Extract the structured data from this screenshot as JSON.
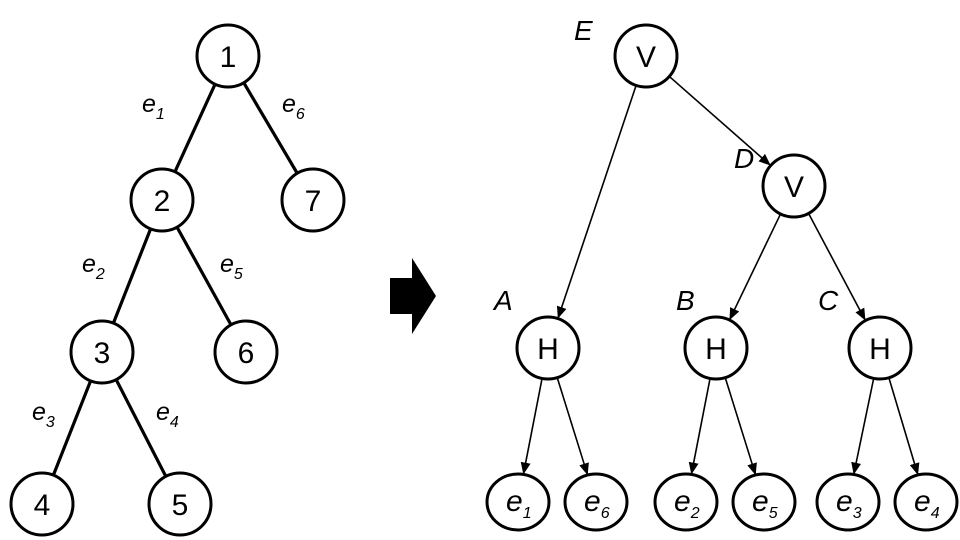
{
  "left_tree": {
    "nodes": [
      {
        "id": "1",
        "label": "1"
      },
      {
        "id": "2",
        "label": "2"
      },
      {
        "id": "3",
        "label": "3"
      },
      {
        "id": "4",
        "label": "4"
      },
      {
        "id": "5",
        "label": "5"
      },
      {
        "id": "6",
        "label": "6"
      },
      {
        "id": "7",
        "label": "7"
      }
    ],
    "edges": [
      {
        "from": "1",
        "to": "2",
        "label": "e",
        "sub": "1"
      },
      {
        "from": "1",
        "to": "7",
        "label": "e",
        "sub": "6"
      },
      {
        "from": "2",
        "to": "3",
        "label": "e",
        "sub": "2"
      },
      {
        "from": "2",
        "to": "6",
        "label": "e",
        "sub": "5"
      },
      {
        "from": "3",
        "to": "4",
        "label": "e",
        "sub": "3"
      },
      {
        "from": "3",
        "to": "5",
        "label": "e",
        "sub": "4"
      }
    ]
  },
  "right_tree": {
    "nodes": [
      {
        "id": "E",
        "type": "V",
        "group": "E"
      },
      {
        "id": "D",
        "type": "V",
        "group": "D"
      },
      {
        "id": "A",
        "type": "H",
        "group": "A"
      },
      {
        "id": "B",
        "type": "H",
        "group": "B"
      },
      {
        "id": "C",
        "type": "H",
        "group": "C"
      },
      {
        "id": "l1",
        "label": "e",
        "sub": "1"
      },
      {
        "id": "l6",
        "label": "e",
        "sub": "6"
      },
      {
        "id": "l2",
        "label": "e",
        "sub": "2"
      },
      {
        "id": "l5",
        "label": "e",
        "sub": "5"
      },
      {
        "id": "l3",
        "label": "e",
        "sub": "3"
      },
      {
        "id": "l4",
        "label": "e",
        "sub": "4"
      }
    ],
    "edges": [
      {
        "from": "E",
        "to": "A"
      },
      {
        "from": "E",
        "to": "D"
      },
      {
        "from": "D",
        "to": "B"
      },
      {
        "from": "D",
        "to": "C"
      },
      {
        "from": "A",
        "to": "l1"
      },
      {
        "from": "A",
        "to": "l6"
      },
      {
        "from": "B",
        "to": "l2"
      },
      {
        "from": "B",
        "to": "l5"
      },
      {
        "from": "C",
        "to": "l3"
      },
      {
        "from": "C",
        "to": "l4"
      }
    ]
  },
  "transform_arrow": {
    "icon": "right-arrow-icon",
    "color": "#000000"
  }
}
